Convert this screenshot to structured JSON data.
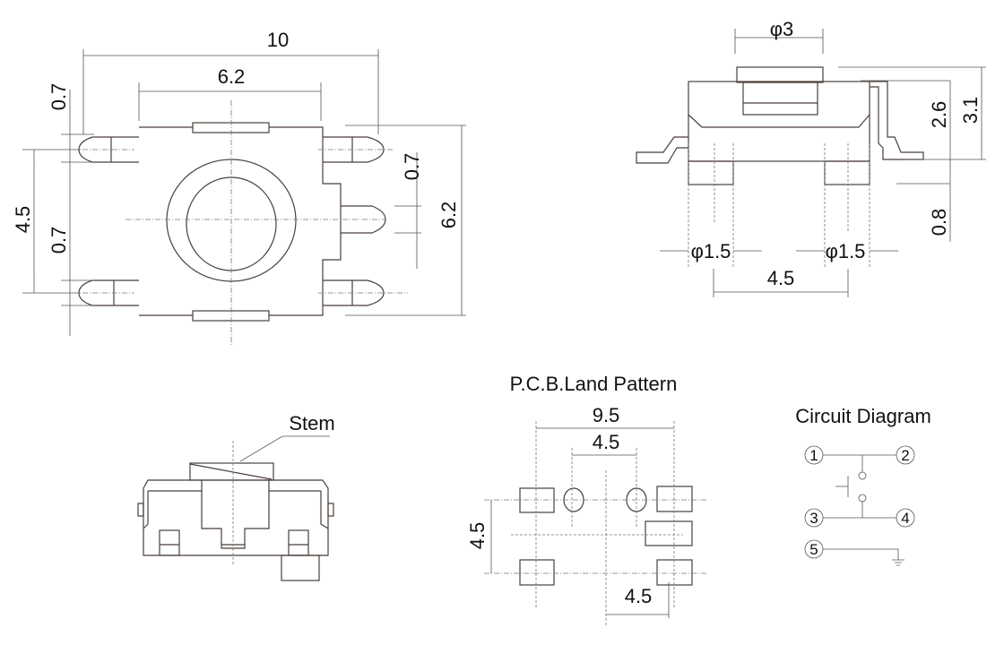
{
  "top_view": {
    "dims": {
      "width_total": "10",
      "body_width": "6.2",
      "pin_top_left": "0.7",
      "pin_pitch": "4.5",
      "pin_bottom_left": "0.7",
      "pin_right": "0.7",
      "body_height": "6.2"
    }
  },
  "side_view": {
    "dims": {
      "stem_dia": "φ3",
      "body_height": "2.6",
      "total_height": "3.1",
      "foot_height": "0.8",
      "foot_left_dia": "φ1.5",
      "foot_right_dia": "φ1.5",
      "foot_pitch": "4.5"
    }
  },
  "section_view": {
    "stem_label": "Stem"
  },
  "pcb": {
    "title": "P.C.B.Land Pattern",
    "dims": {
      "outer": "9.5",
      "holes": "4.5",
      "vertical": "4.5",
      "bottom": "4.5"
    }
  },
  "circuit": {
    "title": "Circuit Diagram",
    "pins": [
      "1",
      "2",
      "3",
      "4",
      "5"
    ]
  },
  "colors": {
    "line": "#4a3f3a",
    "text": "#111111"
  }
}
